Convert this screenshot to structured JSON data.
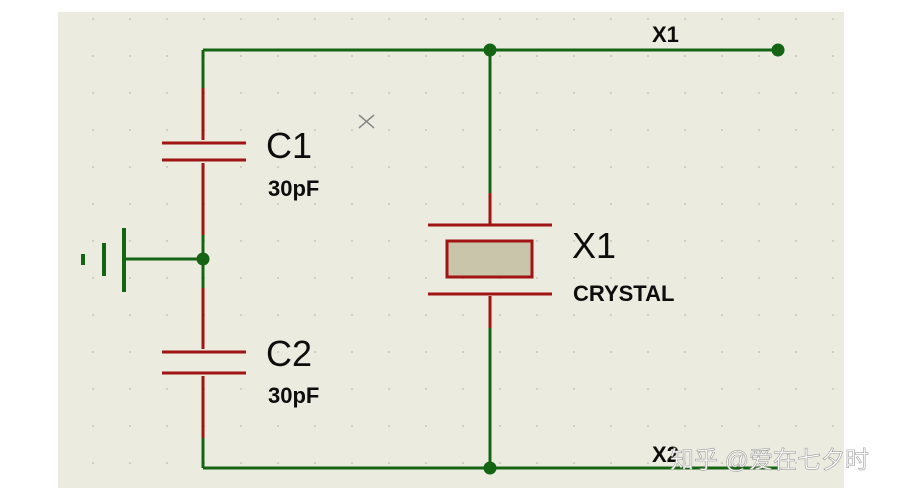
{
  "components": {
    "c1": {
      "ref": "C1",
      "value": "30pF"
    },
    "c2": {
      "ref": "C2",
      "value": "30pF"
    },
    "x1": {
      "ref": "X1",
      "value": "CRYSTAL"
    }
  },
  "nets": {
    "top": "X1",
    "bottom": "X2"
  },
  "watermark": {
    "text": "知乎 @爱在七夕时"
  },
  "colors": {
    "background": "#ebebdf",
    "wire": "#146414",
    "pin": "#a01414",
    "component_body": "#c9c5aa",
    "label": "#0d0d0d"
  }
}
